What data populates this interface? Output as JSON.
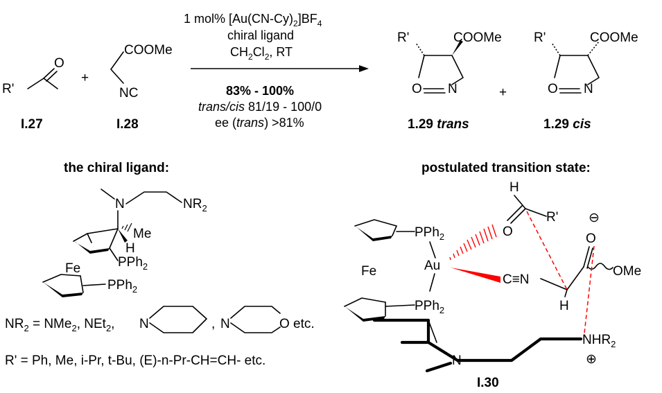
{
  "colors": {
    "ink": "#000000",
    "interaction": "#ff0000"
  },
  "reaction": {
    "reagent_1": "1 mol% [Au(CN-Cy)",
    "reagent_1_sub": "2",
    "reagent_1_tail": "]BF",
    "reagent_1_sub2": "4",
    "reagent_2": "chiral ligand",
    "reagent_3_a": "CH",
    "reagent_3_sub1": "2",
    "reagent_3_b": "Cl",
    "reagent_3_sub2": "2",
    "reagent_3_c": ", RT",
    "yield": "83% - 100%",
    "trans_cis_label": "trans/cis",
    "trans_cis_value": " 81/19 - 100/0",
    "ee_prefix": "ee (",
    "ee_italic": "trans",
    "ee_suffix": ") >81%"
  },
  "compounds": {
    "aldehyde": {
      "label": "I.27",
      "substituent": "R'",
      "oxygen": "O"
    },
    "isocyanide": {
      "label": "I.28",
      "ester": "COOMe",
      "nc": "NC"
    },
    "plus": "+",
    "product_trans": {
      "label_num": "1.29",
      "label_isomer": "trans",
      "substituent": "R'",
      "ester": "COOMe",
      "o": "O",
      "n": "N"
    },
    "product_cis": {
      "label_num": "1.29",
      "label_isomer": "cis",
      "substituent": "R'",
      "ester": "COOMe",
      "o": "O",
      "n": "N"
    }
  },
  "ligand_section": {
    "title": "the chiral ligand:",
    "n_atom": "N",
    "nr2": "NR",
    "nr2_sub": "2",
    "me": "Me",
    "h": "H",
    "pph2": "PPh",
    "pph2_sub": "2",
    "fe": "Fe",
    "nr2_options_prefix": "NR",
    "nr2_options_sub": "2",
    "nr2_options_a": " = NMe",
    "nr2_options_a_sub": "2",
    "nr2_options_b": ", NEt",
    "nr2_options_b_sub": "2",
    "nr2_options_c": ",",
    "ring_n": "N",
    "ring_o": "O",
    "comma": ",",
    "etc": "etc.",
    "r_options": "R' = Ph, Me, i-Pr, t-Bu, (E)-n-Pr-CH=CH- etc."
  },
  "ts_section": {
    "title": "postulated transition state:",
    "label": "I.30",
    "h_top": "H",
    "r_prime": "R'",
    "o_ald": "O",
    "o_minus": "O",
    "minus": "⊖",
    "ome": "OMe",
    "pph2_top": "PPh",
    "pph2_bot": "PPh",
    "pph2_sub": "2",
    "fe": "Fe",
    "au": "Au",
    "cn": "C≡N",
    "h_bottom": "H",
    "nhr2": "NHR",
    "nhr2_sub": "2",
    "plus_charge": "⊕",
    "n_amine": "N"
  }
}
